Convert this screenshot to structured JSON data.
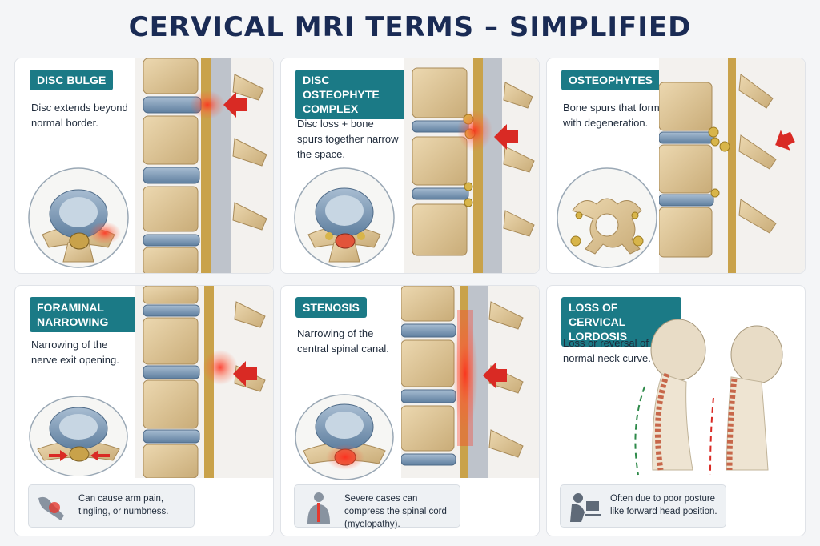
{
  "title": "CERVICAL MRI TERMS – SIMPLIFIED",
  "panels": [
    {
      "label": "DISC BULGE",
      "description": "Disc extends beyond normal border."
    },
    {
      "label": "DISC OSTEOPHYTE COMPLEX",
      "description": "Disc loss + bone spurs together narrow the space."
    },
    {
      "label": "OSTEOPHYTES",
      "description": "Bone spurs that form with degeneration."
    },
    {
      "label": "FORAMINAL NARROWING",
      "description": "Narrowing of the nerve exit opening.",
      "note": "Can cause arm pain, tingling, or numbness."
    },
    {
      "label": "STENOSIS",
      "description": "Narrowing of the central spinal canal.",
      "note": "Severe cases can compress the spinal cord (myelopathy)."
    },
    {
      "label": "LOSS OF CERVICAL LORDOSIS",
      "description": "Loss or reversal of normal neck curve.",
      "note": "Often due to poor posture like forward head position."
    }
  ],
  "icons": {
    "arrow": "red-arrow-icon",
    "arm": "arm-pain-icon",
    "person": "person-spine-icon",
    "posture": "forward-head-posture-icon"
  },
  "colors": {
    "title": "#1a2b55",
    "tag": "#1b7a86",
    "bone": "#dcc49a",
    "disc": "#7f9bb8",
    "cord": "#c9a24a",
    "highlight": "#e5392f"
  }
}
